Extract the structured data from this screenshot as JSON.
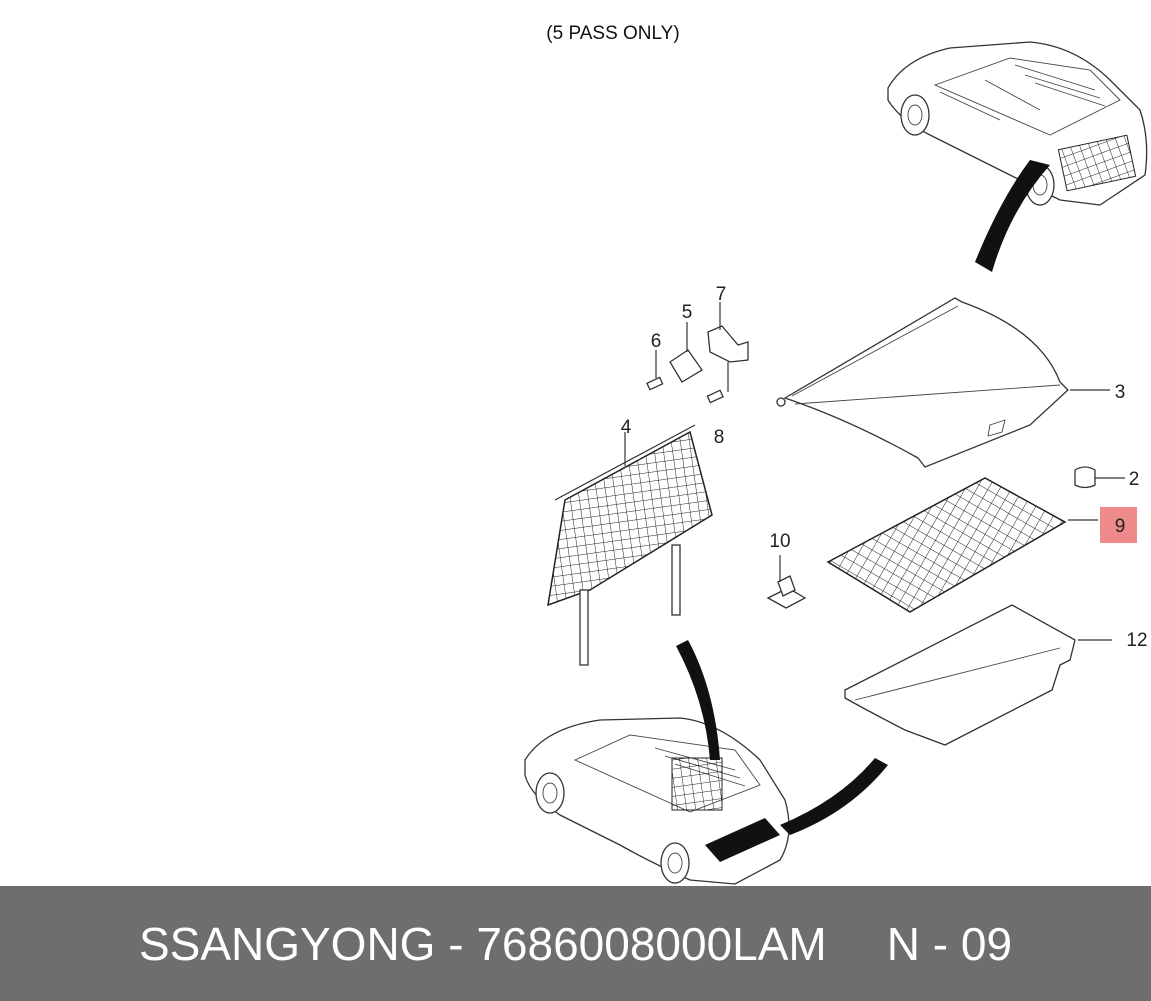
{
  "note": "(5 PASS ONLY)",
  "callouts": [
    {
      "id": "c1",
      "label": "7"
    },
    {
      "id": "c2",
      "label": "5"
    },
    {
      "id": "c3",
      "label": "6"
    },
    {
      "id": "c4",
      "label": "8"
    },
    {
      "id": "c5",
      "label": "4"
    },
    {
      "id": "c6",
      "label": "3"
    },
    {
      "id": "c7",
      "label": "2"
    },
    {
      "id": "c8",
      "label": "9",
      "highlighted": true
    },
    {
      "id": "c9",
      "label": "10"
    },
    {
      "id": "c10",
      "label": "12"
    }
  ],
  "highlight_color": "#ef8a8a",
  "footer": {
    "brand_part": "SSANGYONG - 7686008000LAM",
    "page": "N - 09"
  },
  "footer_bg": "#6e6e6e"
}
